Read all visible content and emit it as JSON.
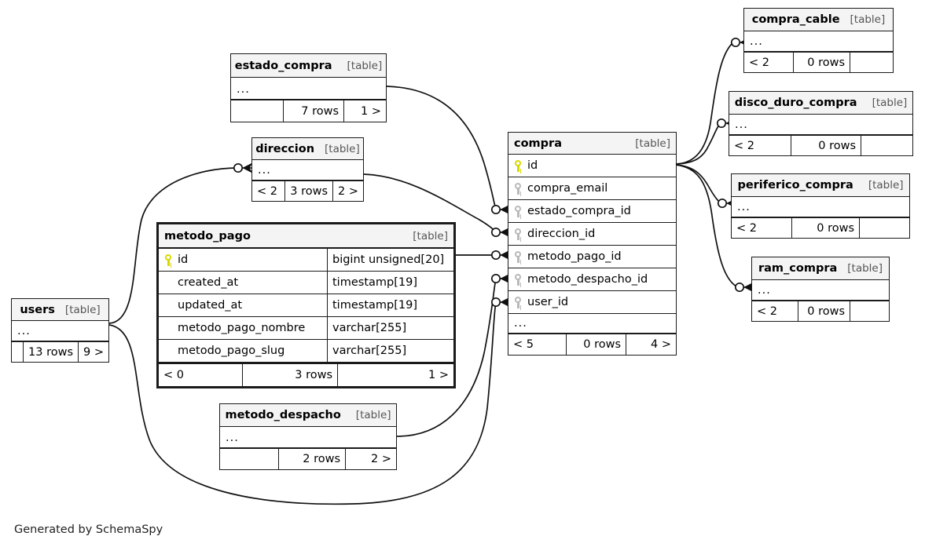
{
  "diagram": {
    "generator_credit": "Generated by SchemaSpy",
    "type_label": "[table]",
    "ellipsis": "...",
    "focal_table": "metodo_pago"
  },
  "tables": {
    "estado_compra": {
      "name": "estado_compra",
      "type": "[table]",
      "ellipsis": "...",
      "footer": {
        "left": "",
        "center": "7 rows",
        "right": "1 >"
      }
    },
    "direccion": {
      "name": "direccion",
      "type": "[table]",
      "ellipsis": "...",
      "footer": {
        "left": "< 2",
        "center": "3 rows",
        "right": "2 >"
      }
    },
    "users": {
      "name": "users",
      "type": "[table]",
      "ellipsis": "...",
      "footer": {
        "left": "",
        "center": "13 rows",
        "right": "9 >"
      }
    },
    "metodo_pago": {
      "name": "metodo_pago",
      "type": "[table]",
      "columns": [
        {
          "key": "pk",
          "name": "id",
          "type": "bigint unsigned[20]"
        },
        {
          "key": "none",
          "name": "created_at",
          "type": "timestamp[19]"
        },
        {
          "key": "none",
          "name": "updated_at",
          "type": "timestamp[19]"
        },
        {
          "key": "none",
          "name": "metodo_pago_nombre",
          "type": "varchar[255]"
        },
        {
          "key": "none",
          "name": "metodo_pago_slug",
          "type": "varchar[255]"
        }
      ],
      "footer": {
        "left": "< 0",
        "center": "3 rows",
        "right": "1 >"
      }
    },
    "metodo_despacho": {
      "name": "metodo_despacho",
      "type": "[table]",
      "ellipsis": "...",
      "footer": {
        "left": "",
        "center": "2 rows",
        "right": "2 >"
      }
    },
    "compra": {
      "name": "compra",
      "type": "[table]",
      "ellipsis": "...",
      "columns": [
        {
          "key": "pk",
          "name": "id"
        },
        {
          "key": "fk",
          "name": "compra_email"
        },
        {
          "key": "fk",
          "name": "estado_compra_id"
        },
        {
          "key": "fk",
          "name": "direccion_id"
        },
        {
          "key": "fk",
          "name": "metodo_pago_id"
        },
        {
          "key": "fk",
          "name": "metodo_despacho_id"
        },
        {
          "key": "fk",
          "name": "user_id"
        }
      ],
      "footer": {
        "left": "< 5",
        "center": "0 rows",
        "right": "4 >"
      }
    },
    "compra_cable": {
      "name": "compra_cable",
      "type": "[table]",
      "ellipsis": "...",
      "footer": {
        "left": "< 2",
        "center": "0 rows",
        "right": ""
      }
    },
    "disco_duro_compra": {
      "name": "disco_duro_compra",
      "type": "[table]",
      "ellipsis": "...",
      "footer": {
        "left": "< 2",
        "center": "0 rows",
        "right": ""
      }
    },
    "periferico_compra": {
      "name": "periferico_compra",
      "type": "[table]",
      "ellipsis": "...",
      "footer": {
        "left": "< 2",
        "center": "0 rows",
        "right": ""
      }
    },
    "ram_compra": {
      "name": "ram_compra",
      "type": "[table]",
      "ellipsis": "...",
      "footer": {
        "left": "< 2",
        "center": "0 rows",
        "right": ""
      }
    }
  },
  "colors": {
    "pk_key": "#d8d800",
    "fk_key": "#b9b9b9",
    "header_bg": "#f4f4f4",
    "border": "#1a1a1a",
    "background": "#ffffff"
  }
}
